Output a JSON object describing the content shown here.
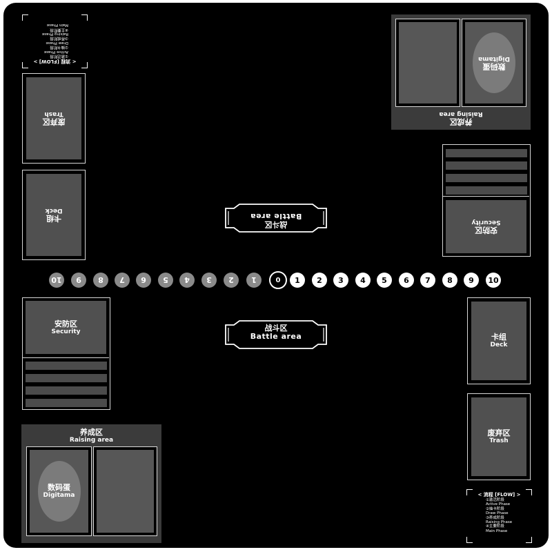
{
  "colors": {
    "mat": "#000000",
    "zone_fill": "#505050",
    "border": "#d9d9d9",
    "raising_bg": "#3b3b3b",
    "egg": "#7b7b7b"
  },
  "player": {
    "security": {
      "zh": "安防区",
      "en": "Security"
    },
    "raising": {
      "zh": "养成区",
      "en": "Raising area",
      "egg_zh": "数码蛋",
      "egg_en": "Digitama"
    },
    "battle": {
      "zh": "战斗区",
      "en": "Battle area"
    },
    "deck": {
      "zh": "卡组",
      "en": "Deck"
    },
    "trash": {
      "zh": "废弃区",
      "en": "Trash"
    },
    "flow": {
      "title": "< 流程 [FLOW] >",
      "steps": [
        "①激活阶段",
        "Active Phase",
        "②抽卡阶段",
        "Draw Phase",
        "③养成阶段",
        "Raising Phase",
        "④主要阶段",
        "Main Phase"
      ]
    }
  },
  "opponent": {
    "security": {
      "zh": "安防区",
      "en": "Security"
    },
    "raising": {
      "zh": "养成区",
      "en": "Raising area",
      "egg_zh": "数码蛋",
      "egg_en": "Digitama"
    },
    "battle": {
      "zh": "战斗区",
      "en": "Battle area"
    },
    "deck": {
      "zh": "卡组",
      "en": "Deck"
    },
    "trash": {
      "zh": "废弃区",
      "en": "Trash"
    },
    "flow": {
      "title": "< 流程 [FLOW] >",
      "steps": [
        "①激活阶段",
        "Active Phase",
        "②抽卡阶段",
        "Draw Phase",
        "③养成阶段",
        "Raising Phase",
        "④主要阶段",
        "Main Phase"
      ]
    }
  },
  "memory_gauge": {
    "zero": "0",
    "left": [
      "10",
      "9",
      "8",
      "7",
      "6",
      "5",
      "4",
      "3",
      "2",
      "1"
    ],
    "right": [
      "1",
      "2",
      "3",
      "4",
      "5",
      "6",
      "7",
      "8",
      "9",
      "10"
    ]
  }
}
